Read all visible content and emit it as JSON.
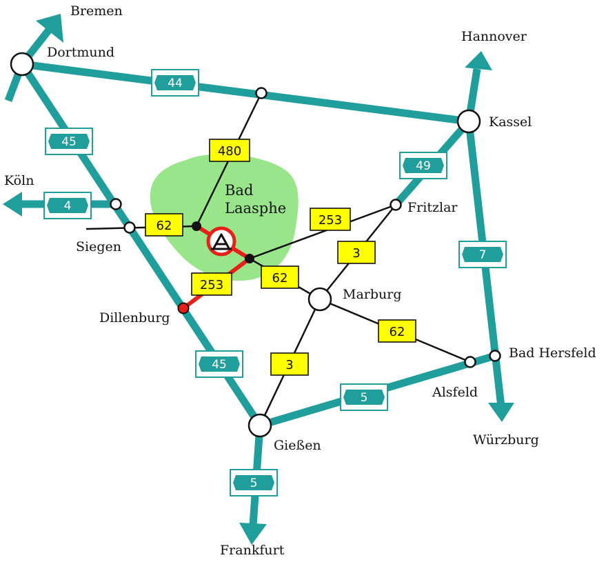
{
  "colors": {
    "autobahn": "#1f9e9b",
    "bundesstrasse_fill": "#ffff00",
    "highlight_route": "#e8201a",
    "region": "#98e58a"
  },
  "region_label": {
    "line1": "Bad",
    "line2": "Laasphe"
  },
  "cities": {
    "bremen": "Bremen",
    "dortmund": "Dortmund",
    "hannover": "Hannover",
    "kassel": "Kassel",
    "koeln": "Köln",
    "siegen": "Siegen",
    "fritzlar": "Fritzlar",
    "dillenburg": "Dillenburg",
    "marburg": "Marburg",
    "bad_hersfeld": "Bad Hersfeld",
    "alsfeld": "Alsfeld",
    "wuerzburg": "Würzburg",
    "giessen": "Gießen",
    "frankfurt": "Frankfurt"
  },
  "autobahn_shields": {
    "a44": "44",
    "a45_north": "45",
    "a4": "4",
    "a49": "49",
    "a7": "7",
    "a45_south": "45",
    "a5_east": "5",
    "a5_south": "5"
  },
  "bundesstrasse_shields": {
    "b480": "480",
    "b62_west": "62",
    "b253_east": "253",
    "b3_north": "3",
    "b62_center": "62",
    "b253_south": "253",
    "b62_east": "62",
    "b3_south": "3"
  },
  "icons": {
    "destination_marker": "campsite-tent-icon"
  }
}
